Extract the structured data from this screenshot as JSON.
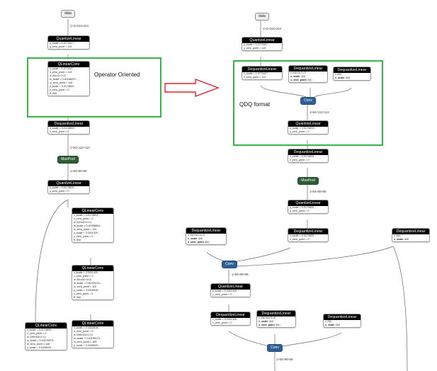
{
  "annotations": {
    "left_label": "Operator Oriented",
    "right_label": "QDQ format"
  },
  "colors": {
    "frame": "#38b548",
    "arrow": "#e0242a",
    "pool": "#2e5c35",
    "conv": "#2e5f94"
  },
  "edge_labels": {
    "l1": "1×3×224×224",
    "l2": "1×64×112×112",
    "l3": "1×64×56×56",
    "r1": "1×3×224×224",
    "r2": "1×64×112×112",
    "r3": "1×64×56×56",
    "r4": "1×64×56×56",
    "r5": "1×64×56×56"
  },
  "left": {
    "data": "data",
    "quant": {
      "title": "QuantizeLinear",
      "attrs": [
        "y_scale = 1.0774117...",
        "y_zero_point = 113"
      ]
    },
    "qconv": {
      "title": "QLinearConv",
      "attrs": [
        "x_scale = 1.0774117...",
        "x_zero_point = 113",
        "w ⟨64×3×7×7⟩",
        "w_scale = 0.00188207...",
        "w_zero_point = 145",
        "y_scale = 0.0174833...",
        "y_zero_point = 0",
        "B ⟨64⟩"
      ]
    },
    "dequant": {
      "title": "DequantizeLinear",
      "attrs": [
        "x_scale = 0.0174833...",
        "x_zero_point = 0"
      ]
    },
    "maxpool": "MaxPool",
    "quant2": {
      "title": "QuantizeLinear",
      "attrs": [
        "y_scale = 0.0174833...",
        "y_zero_point = 0"
      ]
    },
    "qconv2": {
      "title": "QLinearConv",
      "attrs": [
        "x_scale = 0.0174833...",
        "x_zero_point = 0",
        "w ⟨64×64×1×1⟩",
        "w_scale = 0.00358894...",
        "w_zero_point = 131",
        "y_scale = 0.0411429...",
        "y_zero_point = 0",
        "B ⟨64⟩"
      ]
    },
    "qconv3": {
      "title": "QLinearConv",
      "attrs": [
        "x_scale = 0.0411429...",
        "x_zero_point = 0",
        "w ⟨64×64×3×3⟩",
        "w_scale = 0.00420131...",
        "w_zero_point = 115",
        "y_scale = 0.0322816...",
        "y_zero_point = 0",
        "B ⟨64⟩"
      ]
    },
    "qconv4": {
      "title": "QLinearConv",
      "attrs": [
        "x_scale = 0.0322816...",
        "x_zero_point = 0",
        "w ⟨256×64×1×1⟩",
        "w_scale = 0.00159173...",
        "w_zero_point = 155",
        "y_scale = 0.0426020..."
      ]
    },
    "qconv5": {
      "title": "QLinearConv",
      "attrs": [
        "x_scale = 0.0174833...",
        "x_zero_point = 0",
        "w ⟨256×64×1×1⟩",
        "w_scale = 0.00103975...",
        "w_zero_point = 148",
        "y_scale = 0.0426020..."
      ]
    }
  },
  "right": {
    "data": "data",
    "quant": {
      "title": "QuantizeLinear",
      "attrs": [
        "y_scale = 1.0774117...",
        "y_zero_point = 113"
      ]
    },
    "dq_a": {
      "title": "DequantizeLinear",
      "attrs": [
        "x_scale = 1.0774117...",
        "x_zero_point = 113"
      ]
    },
    "dq_b": {
      "title": "DequantizeLinear",
      "attrs": [
        {
          "key": "x",
          "val": "⟨64×3×7×7⟩",
          "bold": false
        },
        {
          "key": "x_scale",
          "val": "⟨64⟩",
          "bold": true
        },
        {
          "key": "x_zero_point",
          "val": "⟨64⟩",
          "bold": true
        }
      ]
    },
    "dq_c": {
      "title": "DequantizeLinear",
      "attrs": [
        {
          "key": "x",
          "val": "⟨64⟩",
          "bold": false
        },
        {
          "key": "x_scale",
          "val": "⟨64⟩",
          "bold": true
        }
      ]
    },
    "conv": "Conv",
    "qz2": {
      "title": "QuantizeLinear",
      "attrs": [
        "y_scale = 0.0174833...",
        "y_zero_point = 0"
      ]
    },
    "dq3": {
      "title": "DequantizeLinear",
      "attrs": [
        "x_scale = 0.0174833...",
        "x_zero_point = 0"
      ]
    },
    "maxpool": "MaxPool",
    "qz3": {
      "title": "QuantizeLinear",
      "attrs": [
        "y_scale = 0.0174833...",
        "y_zero_point = 0"
      ]
    },
    "dq4": {
      "title": "DequantizeLinear",
      "attrs": [
        {
          "key": "x",
          "val": "⟨64×64×1×1⟩",
          "bold": false
        },
        {
          "key": "x_scale",
          "val": "⟨64⟩",
          "bold": true
        },
        {
          "key": "x_zero_point",
          "val": "⟨64⟩",
          "bold": true
        }
      ]
    },
    "dq5": {
      "title": "DequantizeLinear",
      "attrs": [
        "x_scale = 0.0174833...",
        "x_zero_point = 0"
      ]
    },
    "dq6": {
      "title": "DequantizeLinear",
      "attrs": [
        {
          "key": "x",
          "val": "⟨64⟩",
          "bold": false
        },
        {
          "key": "x_scale",
          "val": "⟨64⟩",
          "bold": true
        }
      ]
    },
    "conv2": "Conv",
    "qz4": {
      "title": "QuantizeLinear",
      "attrs": [
        "y_scale = 0.0411429...",
        "y_zero_point = 0"
      ]
    },
    "dq7": {
      "title": "DequantizeLinear",
      "attrs": [
        "x_scale = 0.0411429...",
        "x_zero_point = 0"
      ]
    },
    "dq8": {
      "title": "DequantizeLinear",
      "attrs": [
        {
          "key": "x",
          "val": "⟨64×64×3×3⟩",
          "bold": false
        },
        {
          "key": "x_scale",
          "val": "⟨64⟩",
          "bold": true
        },
        {
          "key": "x_zero_point",
          "val": "⟨64⟩",
          "bold": true
        }
      ]
    },
    "dq9": {
      "title": "DequantizeLinear",
      "attrs": [
        {
          "key": "x",
          "val": "⟨64⟩",
          "bold": false
        },
        {
          "key": "x_scale",
          "val": "⟨64⟩",
          "bold": true
        }
      ]
    },
    "conv3": "Conv"
  }
}
